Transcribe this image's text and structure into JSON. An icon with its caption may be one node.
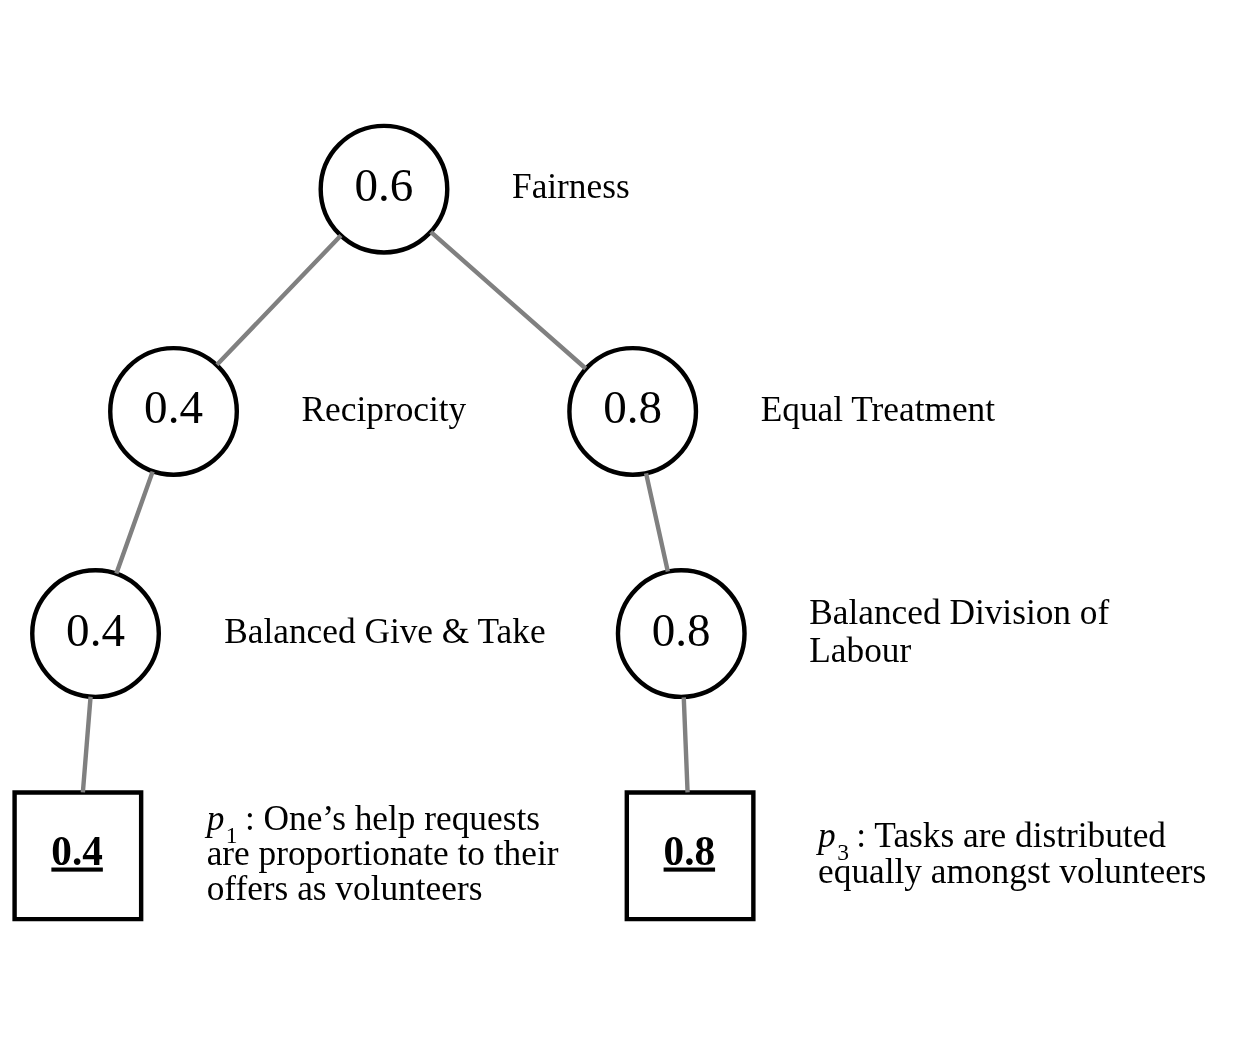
{
  "diagram": {
    "nodes": [
      {
        "text": [
          "0.6"
        ],
        "beside": [
          "Fairness"
        ]
      },
      {
        "text": [
          "0.4"
        ],
        "beside": [
          "Reciprocity"
        ]
      },
      {
        "text": [
          "0.8"
        ],
        "beside": [
          "Equal Treatment"
        ]
      },
      {
        "text": [
          "0.4"
        ],
        "beside": [
          "Balanced Give & Take"
        ]
      },
      {
        "text": [
          "0.8"
        ],
        "beside": [
          "Balanced Division of Labour"
        ]
      },
      {
        "text": [
          "0.4"
        ],
        "beside": [
          "*p*$_{1}$ : One’s help requests are proportionate to their offers as volunteers"
        ]
      },
      {
        "text": [
          "0.8"
        ],
        "beside": [
          "*p*$_{3}$ : Tasks are distributed equally amongst volunteers"
        ]
      }
    ],
    "edges": [
      {
        "from": 0,
        "to": 1,
        "arrow": "none"
      },
      {
        "from": 0,
        "to": 2,
        "arrow": "none"
      },
      {
        "from": 1,
        "to": 3,
        "arrow": "none"
      },
      {
        "from": 2,
        "to": 4,
        "arrow": "none"
      },
      {
        "from": 3,
        "to": 5,
        "arrow": "none"
      },
      {
        "from": 4,
        "to": 6,
        "arrow": "none"
      }
    ]
  }
}
